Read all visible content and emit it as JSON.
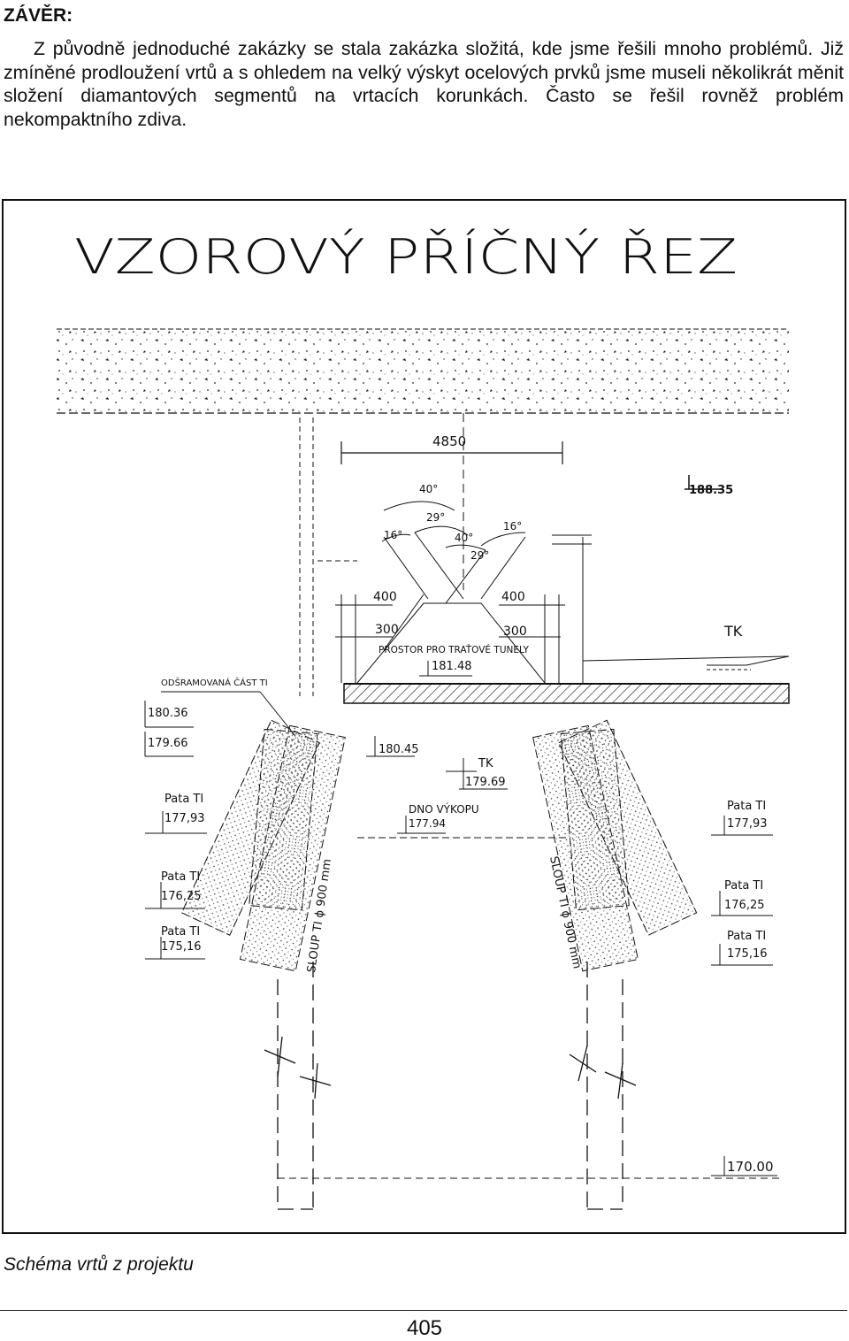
{
  "heading": "ZÁVĚR:",
  "paragraph": "Z původně jednoduché zakázky se stala zakázka složitá, kde jsme řešili mnoho problémů. Již zmíněné prodloužení vrtů a s ohledem na velký výskyt ocelových prvků jsme museli několikrát měnit složení diamantových segmentů na vrtacích korunkách. Často se řešil rovněž problém nekompaktního zdiva.",
  "figure": {
    "title": "VZOROVÝ PŘÍČNÝ ŘEZ",
    "labels": {
      "dim_4850": "4850",
      "level_18835": "188.35",
      "angle_40": "40°",
      "angle_29a": "29°",
      "angle_16a": "16°",
      "angle_40b": "40°",
      "angle_29b": "29°",
      "angle_16b": "16°",
      "dim_400_left": "400",
      "dim_400_right": "400",
      "dim_300_left": "300",
      "dim_300_right": "300",
      "space_label": "PROSTOR PRO TRAŤOVÉ TUNELY",
      "level_18148": "181.48",
      "tk_right": "TK",
      "shotcrete_label": "ODŠRAMOVANÁ ČÁST TI",
      "level_18036": "180.36",
      "level_17966": "179.66",
      "level_18045": "180.45",
      "tk_center": "TK",
      "level_17969": "179.69",
      "pata_l1": "Pata TI",
      "level_17793_l": "177,93",
      "dno_label": "DNO VÝKOPU",
      "level_17794": "177.94",
      "pata_r1": "Pata TI",
      "level_17793_r": "177,93",
      "pata_l2": "Pata TI",
      "level_17625_l": "176,25",
      "pata_l3": "Pata TI",
      "level_17516_l": "175,16",
      "pata_r2": "Pata TI",
      "level_17625_r": "176,25",
      "pata_r3": "Pata TI",
      "level_17516_r": "175,16",
      "column_left": "SLOUP TI ϕ 900 mm",
      "column_right": "SLOUP TI ϕ 900 mm",
      "level_17000": "170.00"
    }
  },
  "caption": "Schéma vrtů z projektu",
  "page_number": "405"
}
